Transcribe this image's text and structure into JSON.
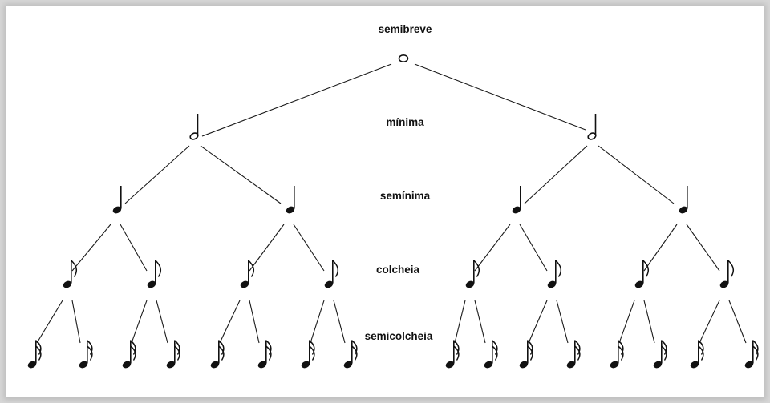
{
  "tree": {
    "labels": {
      "level0": "semibreve",
      "level1": "mínima",
      "level2": "semínima",
      "level3": "colcheia",
      "level4": "semicolcheia"
    }
  }
}
